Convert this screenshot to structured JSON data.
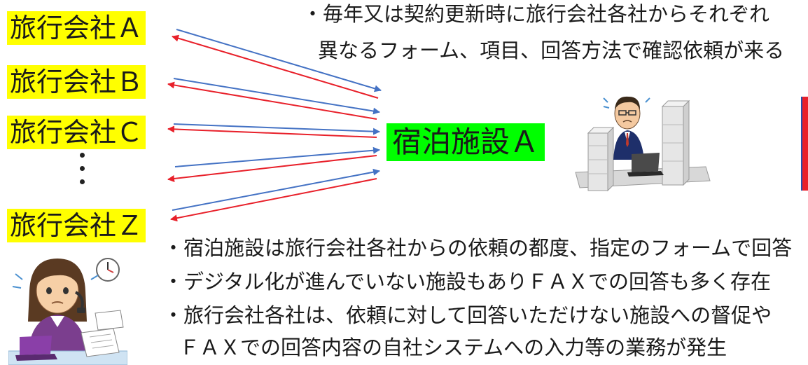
{
  "agencies": {
    "a": "旅行会社Ａ",
    "b": "旅行会社Ｂ",
    "c": "旅行会社Ｃ",
    "z": "旅行会社Ｚ"
  },
  "facility": "宿泊施設Ａ",
  "top_note": {
    "line1": "・毎年又は契約更新時に旅行会社各社からそれぞれ",
    "line2": "異なるフォーム、項目、回答方法で確認依頼が来る"
  },
  "bottom_notes": {
    "line1": "・宿泊施設は旅行会社各社からの依頼の都度、指定のフォームで回答",
    "line2": "・デジタル化が進んでいない施設もありＦＡＸでの回答も多く存在",
    "line3": "・旅行会社各社は、依頼に対して回答いただけない施設への督促や",
    "line4": "ＦＡＸでの回答内容の自社システムへの入力等の業務が発生"
  },
  "colors": {
    "agency_highlight": "#ffff00",
    "facility_highlight": "#00ff00",
    "request_arrow": "#4472c4",
    "reply_arrow": "#e8202a"
  },
  "icons": {
    "staff": "hotel-staff-with-paper-stacks-illustration",
    "agent": "travel-agent-on-phone-illustration"
  }
}
